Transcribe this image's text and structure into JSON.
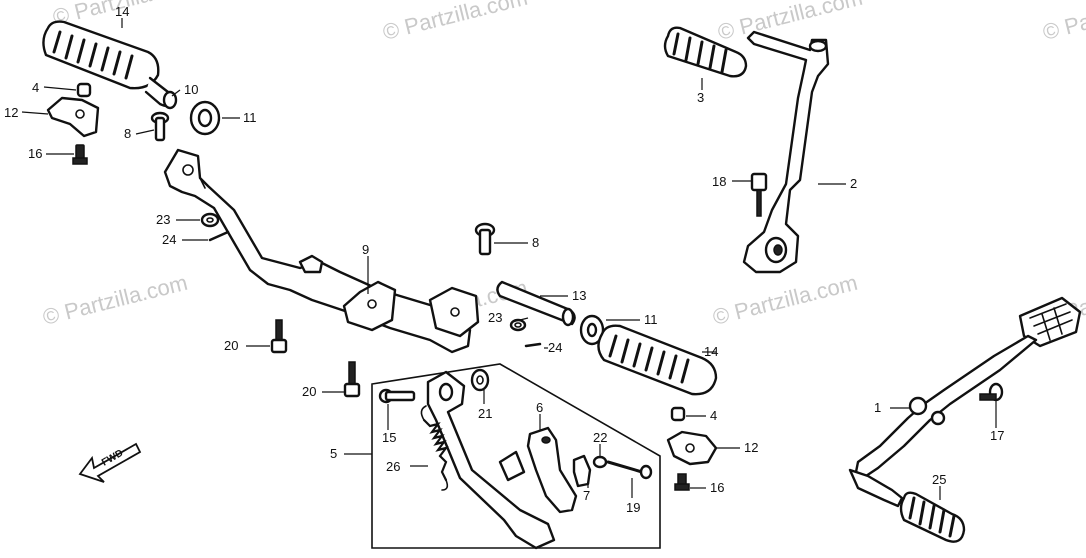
{
  "watermark": "© Partzilla.com",
  "direction_marker": "FWD",
  "callouts": {
    "c14a": "14",
    "c4a": "4",
    "c10": "10",
    "c12a": "12",
    "c11a": "11",
    "c8a": "8",
    "c16a": "16",
    "c23a": "23",
    "c24a": "24",
    "c3": "3",
    "c18": "18",
    "c2": "2",
    "c9": "9",
    "c8b": "8",
    "c13": "13",
    "c23b": "23",
    "c11b": "11",
    "c24b": "24",
    "c20a": "20",
    "c20b": "20",
    "c14b": "14",
    "c4b": "4",
    "c12b": "12",
    "c16b": "16",
    "c5": "5",
    "c15": "15",
    "c21": "21",
    "c6": "6",
    "c22": "22",
    "c26": "26",
    "c7": "7",
    "c19": "19",
    "c1": "1",
    "c17": "17",
    "c25": "25"
  }
}
